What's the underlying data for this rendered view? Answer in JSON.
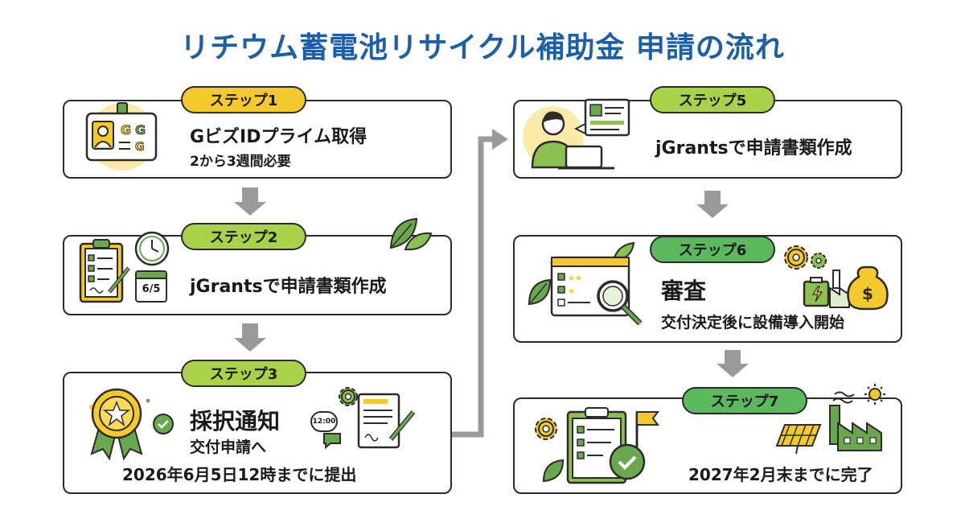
{
  "title": "リチウム蓄電池リサイクル補助金 申請の流れ",
  "steps": [
    {
      "badge": "ステップ1",
      "title": "GビズIDプライム取得",
      "sub": "2から3週間必要"
    },
    {
      "badge": "ステップ2",
      "title": "jGrantsで申請書類作成",
      "calendar_date": "6/5"
    },
    {
      "badge": "ステップ3",
      "title": "採択通知",
      "sub": "交付申請へ",
      "note": "2026年6月5日12時までに提出",
      "clock_time": "12:00"
    },
    {
      "badge": "ステップ5",
      "title": "jGrantsで申請書類作成"
    },
    {
      "badge": "ステップ6",
      "title": "審査",
      "sub": "交付決定後に設備導入開始"
    },
    {
      "badge": "ステップ7",
      "note": "2027年2月末までに完了"
    }
  ],
  "colors": {
    "title": "#1a5fa8",
    "badge_yellow": "#f4c92e",
    "badge_lime": "#a9d24a",
    "badge_green": "#5cb85c",
    "arrow": "#9a9a9a"
  }
}
